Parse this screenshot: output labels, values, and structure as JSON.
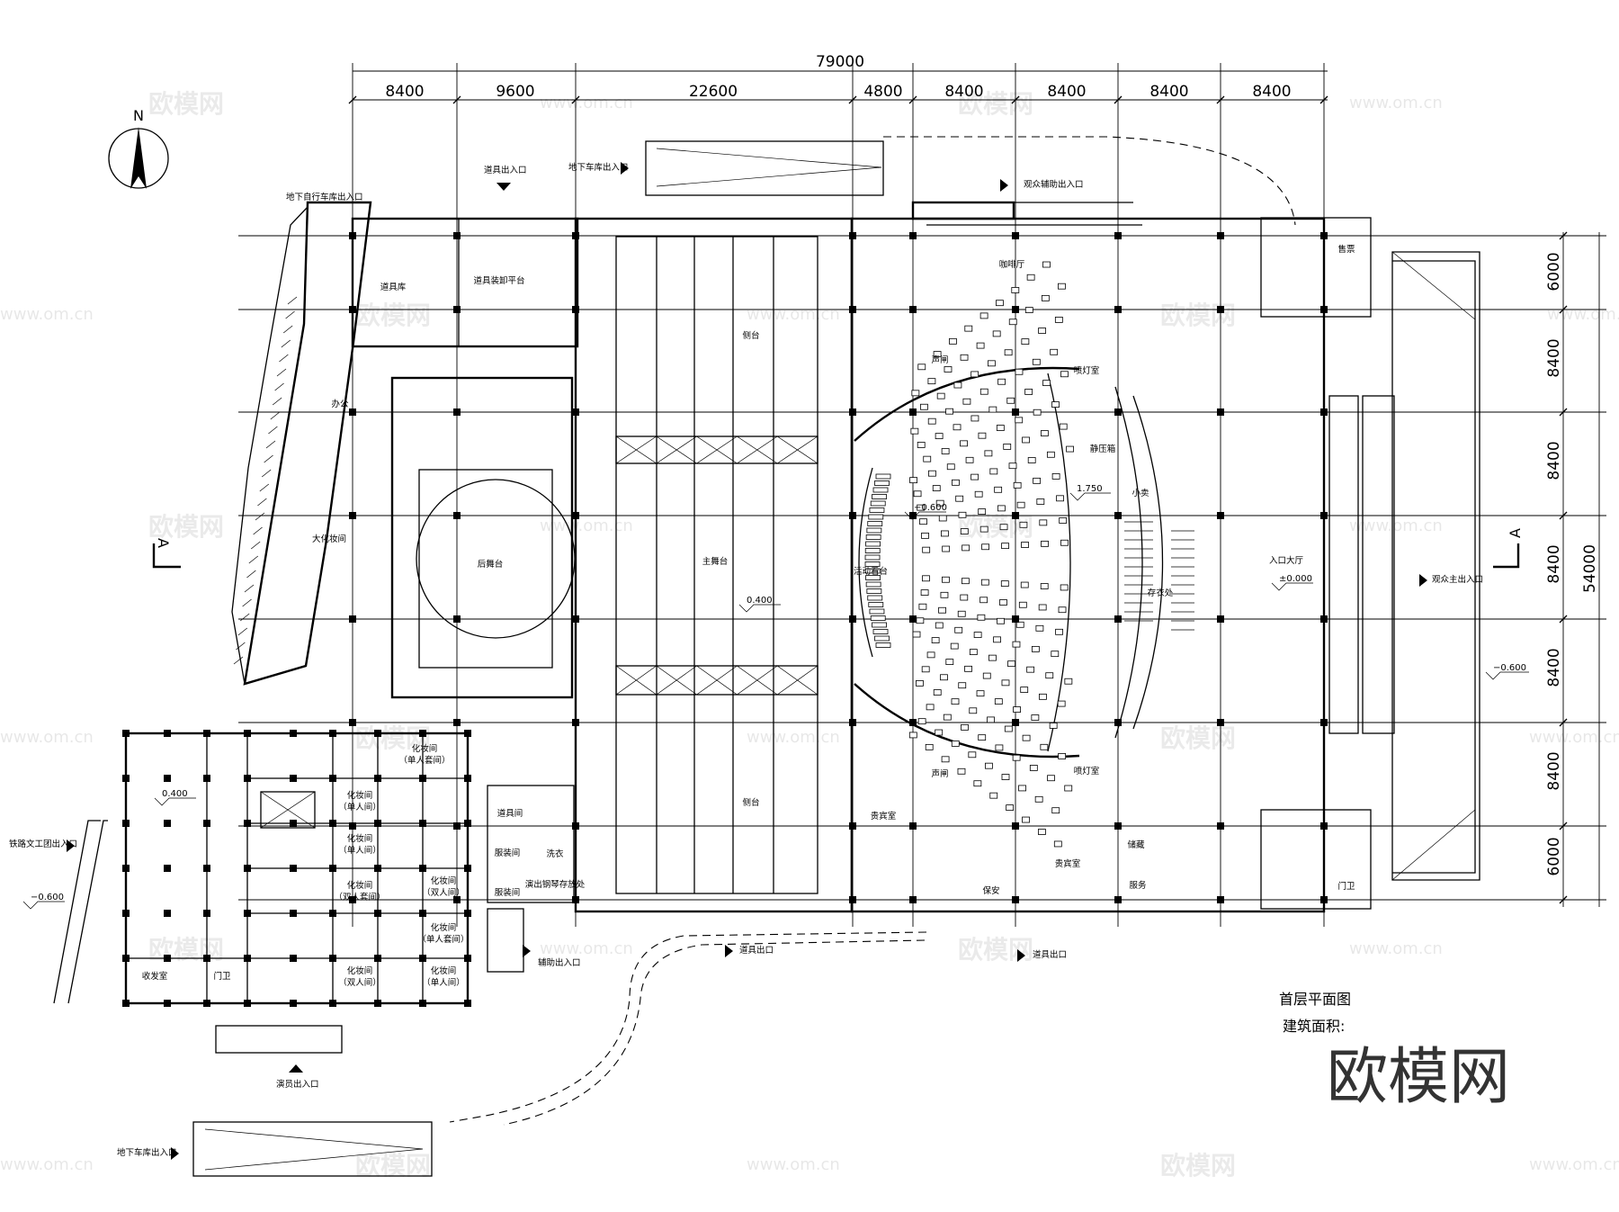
{
  "dimensions": {
    "total_width": "79000",
    "segments": [
      "8400",
      "9600",
      "22600",
      "4800",
      "8400",
      "8400",
      "8400",
      "8400"
    ],
    "total_height": "54000",
    "rows": [
      "6000",
      "8400",
      "8400",
      "8400",
      "8400",
      "8400",
      "6000"
    ]
  },
  "compass": {
    "north": "N"
  },
  "section_marks": {
    "left": "A",
    "right": "A"
  },
  "entrances": {
    "bike_garage": "地下自行车库出入口",
    "props_1": "道具出入口",
    "garage_top": "地下车库出入口",
    "audience_aux": "观众辅助出入口",
    "audience_main": "观众主出入口",
    "railway_troupe": "铁路文工团出入口",
    "actors": "演员出入口",
    "garage_bottom": "地下车库出入口",
    "aux": "辅助出入口",
    "props_2": "道具出口",
    "props_3": "道具出口"
  },
  "rooms": {
    "prop_store": "道具库",
    "prop_assembly": "道具装卸平台",
    "office": "办公",
    "large_dressing": "大化妆间",
    "back_stage": "后舞台",
    "side_stage_top": "侧台",
    "main_stage": "主舞台",
    "side_stage_bottom": "侧台",
    "movable_seating": "活动看台",
    "sound_lock_top": "声闸",
    "sound_lock_bottom": "声闸",
    "coffee_hall": "咖啡厅",
    "ticket": "售票",
    "control_top": "喷灯室",
    "control_bottom": "喷灯室",
    "plenum": "静压箱",
    "kiosk": "小卖",
    "cloakroom": "存衣处",
    "entrance_hall": "入口大厅",
    "vip_room_1": "贵宾室",
    "vip_room_2": "贵宾室",
    "storage": "储藏",
    "service": "服务",
    "guard_room_right": "门卫",
    "security": "保安",
    "props_room": "道具间",
    "wardrobe_1": "服装间",
    "wardrobe_2": "服装间",
    "laundry": "洗衣",
    "piano_store": "演出钢琴存放处",
    "dressing_suite": [
      "化妆间",
      "（单人套间）"
    ],
    "dressing_single_1": [
      "化妆间",
      "（单人间）"
    ],
    "dressing_single_2": [
      "化妆间",
      "（单人间）"
    ],
    "dressing_double_1": [
      "化妆间",
      "（双人套间）"
    ],
    "dressing_double_2": [
      "化妆间",
      "（双人间）"
    ],
    "dressing_suite_2": [
      "化妆间",
      "（单人套间）"
    ],
    "dressing_single_3": [
      "化妆间",
      "（单人间）"
    ],
    "dressing_double_3": [
      "化妆间",
      "（双人间）"
    ],
    "mailroom": "收发室",
    "guard_room_left": "门卫"
  },
  "levels": {
    "stage": "0.400",
    "pit": "−0.600",
    "audience_top": "1.750",
    "hall": "±0.000",
    "plaza": "−0.600",
    "left_block": "0.400",
    "left_ground": "−0.600"
  },
  "title": {
    "drawing": "首层平面图",
    "area": "建筑面积:"
  },
  "watermark": {
    "brand": "欧模网",
    "url": "www.om.cn",
    "brand_large": "欧模网"
  }
}
